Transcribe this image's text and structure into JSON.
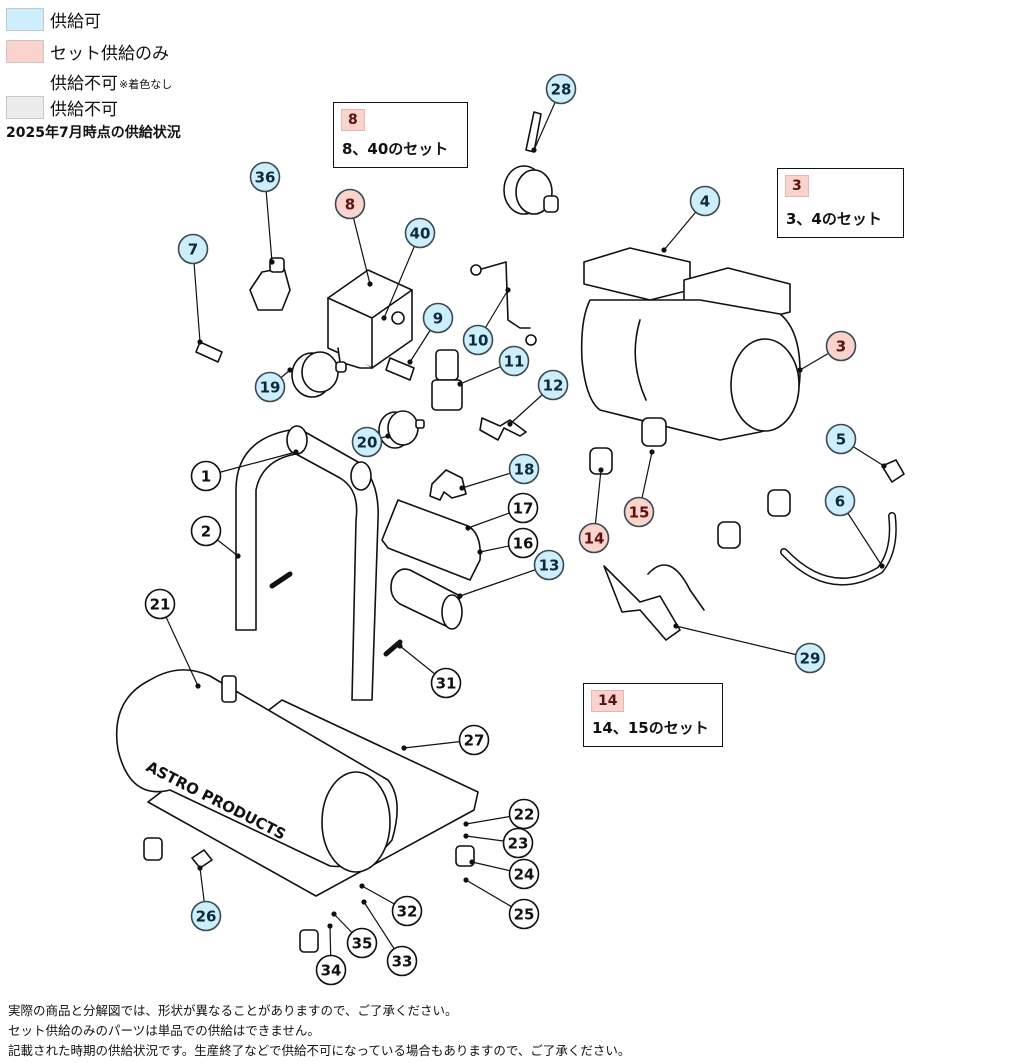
{
  "legend": {
    "items": [
      {
        "key": "available",
        "label": "供給可",
        "color": "#cdeefd"
      },
      {
        "key": "set_only",
        "label": "セット供給のみ",
        "color": "#f9d3cc"
      },
      {
        "key": "unavailable_nocolor",
        "label": "供給不可",
        "note": "※着色なし",
        "color": "#ffffff"
      },
      {
        "key": "unavailable",
        "label": "供給不可",
        "color": "#ececec"
      }
    ],
    "as_of": "2025年7月時点の供給状況"
  },
  "set_boxes": [
    {
      "tag": "8",
      "description": "8、40のセット"
    },
    {
      "tag": "3",
      "description": "3、4のセット"
    },
    {
      "tag": "14",
      "description": "14、15のセット"
    }
  ],
  "status_colors": {
    "available": {
      "fill": "#cdeefd",
      "text": "#0e2a3a"
    },
    "set_only": {
      "fill": "#f9d3cc",
      "text": "#5a1210"
    },
    "none": {
      "fill": "#ffffff",
      "text": "#111111"
    }
  },
  "parts": [
    {
      "no": "1",
      "status": "none"
    },
    {
      "no": "2",
      "status": "none"
    },
    {
      "no": "3",
      "status": "set_only"
    },
    {
      "no": "4",
      "status": "available"
    },
    {
      "no": "5",
      "status": "available"
    },
    {
      "no": "6",
      "status": "available"
    },
    {
      "no": "7",
      "status": "available"
    },
    {
      "no": "8",
      "status": "set_only"
    },
    {
      "no": "9",
      "status": "available"
    },
    {
      "no": "10",
      "status": "available"
    },
    {
      "no": "11",
      "status": "available"
    },
    {
      "no": "12",
      "status": "available"
    },
    {
      "no": "13",
      "status": "available"
    },
    {
      "no": "14",
      "status": "set_only"
    },
    {
      "no": "15",
      "status": "set_only"
    },
    {
      "no": "16",
      "status": "none"
    },
    {
      "no": "17",
      "status": "none"
    },
    {
      "no": "18",
      "status": "available"
    },
    {
      "no": "19",
      "status": "available"
    },
    {
      "no": "20",
      "status": "available"
    },
    {
      "no": "21",
      "status": "none"
    },
    {
      "no": "22",
      "status": "none"
    },
    {
      "no": "23",
      "status": "none"
    },
    {
      "no": "24",
      "status": "none"
    },
    {
      "no": "25",
      "status": "none"
    },
    {
      "no": "26",
      "status": "available"
    },
    {
      "no": "27",
      "status": "none"
    },
    {
      "no": "28",
      "status": "available"
    },
    {
      "no": "29",
      "status": "available"
    },
    {
      "no": "31",
      "status": "none"
    },
    {
      "no": "32",
      "status": "none"
    },
    {
      "no": "33",
      "status": "none"
    },
    {
      "no": "34",
      "status": "none"
    },
    {
      "no": "35",
      "status": "none"
    },
    {
      "no": "36",
      "status": "available"
    },
    {
      "no": "40",
      "status": "available"
    }
  ],
  "brand_text": "ASTRO PRODUCTS",
  "footer": {
    "lines": [
      "実際の商品と分解図では、形状が異なることがありますので、ご了承ください。",
      "セット供給のみのパーツは単品での供給はできません。",
      "記載された時期の供給状況です。生産終了などで供給不可になっている場合もありますので、ご了承ください。"
    ]
  }
}
